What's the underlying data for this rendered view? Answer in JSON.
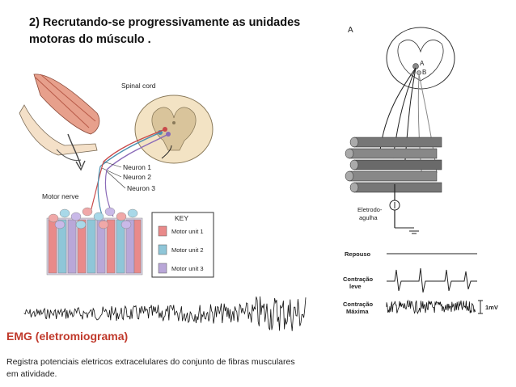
{
  "slide": {
    "title": "2) Recrutando-se progressivamente as unidades motoras  do músculo ."
  },
  "left_diagram": {
    "labels": {
      "spinal_cord": "Spinal cord",
      "neuron1": "Neuron 1",
      "neuron2": "Neuron 2",
      "neuron3": "Neuron 3",
      "motor_nerve": "Motor nerve"
    },
    "key": {
      "title": "KEY",
      "items": [
        {
          "label": "Motor unit 1",
          "color": "#e98a8a"
        },
        {
          "label": "Motor unit 2",
          "color": "#8fc6d8"
        },
        {
          "label": "Motor unit 3",
          "color": "#b9a7d8"
        }
      ]
    }
  },
  "right_diagram": {
    "labels": {
      "panel_a": "A",
      "point_a": "A",
      "point_b": "B",
      "electrode_line1": "Eletrodo-",
      "electrode_line2": "agulha",
      "rest": "Repouso",
      "light_line1": "Contração",
      "light_line2": "leve",
      "max_line1": "Contração",
      "max_line2": "Máxima",
      "scale": "1mV"
    }
  },
  "emg": {
    "title": "EMG (eletromiograma)",
    "description": "Registra potenciais eletricos extracelulares do conjunto de fibras musculares em atividade."
  },
  "colors": {
    "emg_title": "#c0392b",
    "unit1": "#e98a8a",
    "unit2": "#8fc6d8",
    "unit3": "#b9a7d8"
  }
}
